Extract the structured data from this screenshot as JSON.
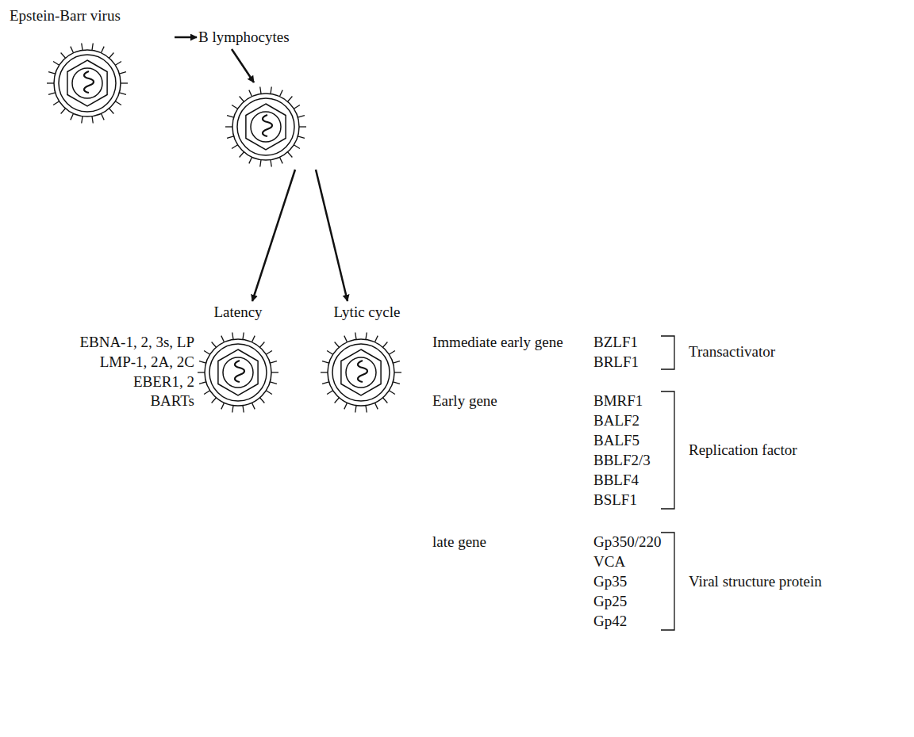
{
  "diagram": {
    "nodes": [
      {
        "text": [
          "Epstein-Barr virus"
        ]
      },
      {
        "text": [
          "B lymphocytes"
        ]
      },
      {
        "text": [
          "Latency"
        ]
      },
      {
        "text": [
          "Lytic cycle"
        ]
      }
    ],
    "edges": [
      {
        "from": 0,
        "to": 1,
        "arrow": "to"
      },
      {
        "from": 1,
        "to": 2,
        "arrow": "to"
      },
      {
        "from": 1,
        "to": 3,
        "arrow": "to"
      }
    ],
    "labels": [
      "EBNA-1, 2, 3s, LP",
      "LMP-1, 2A, 2C",
      "EBER1, 2",
      "BARTs",
      "Immediate early gene",
      "BZLF1",
      "BRLF1",
      "Transactivator",
      "Early gene",
      "BMRF1",
      "BALF2",
      "BALF5",
      "BBLF2/3",
      "BBLF4",
      "BSLF1",
      "Replication factor",
      "late gene",
      "Gp350/220",
      "VCA",
      "Gp35",
      "Gp25",
      "Gp42",
      "Viral structure protein"
    ]
  }
}
